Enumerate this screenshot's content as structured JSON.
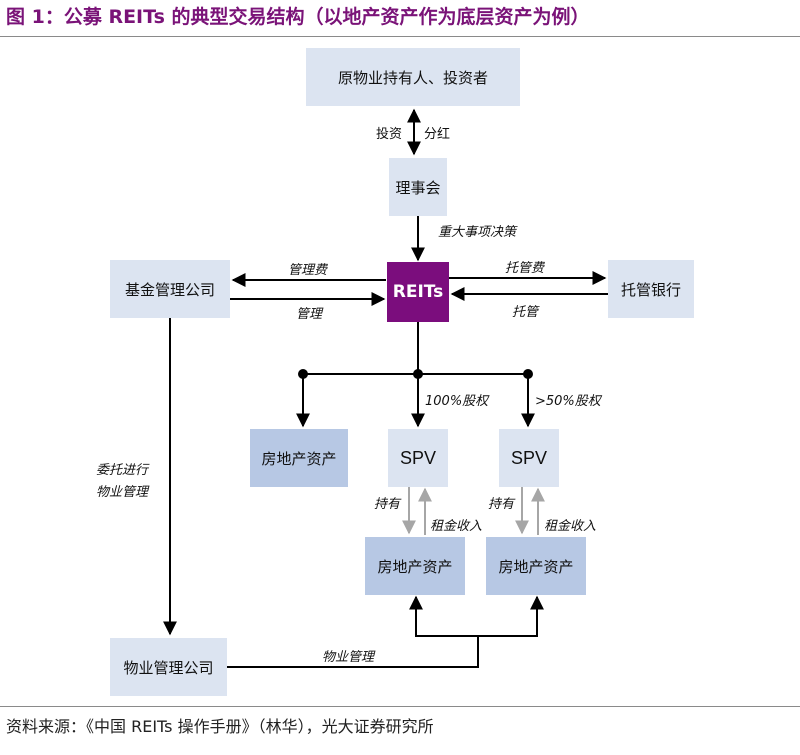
{
  "title": "图 1：公募 REITs 的典型交易结构（以地产资产作为底层资产为例）",
  "source": "资料来源：《中国 REITs 操作手册》（林华），光大证券研究所",
  "nodes": {
    "investors": "原物业持有人、投资者",
    "board": "理事会",
    "fund_manager": "基金管理公司",
    "reits": "REITs",
    "custodian": "托管银行",
    "real_estate_left": "房地产资产",
    "spv_1": "SPV",
    "spv_2": "SPV",
    "real_estate_1": "房地产资产",
    "real_estate_2": "房地产资产",
    "property_manager": "物业管理公司"
  },
  "edge_labels": {
    "invest": "投资",
    "dividend": "分红",
    "major_decision": "重大事项决策",
    "mgmt_fee": "管理费",
    "management": "管理",
    "custody_fee": "托管费",
    "custody": "托管",
    "equity_100": "100%股权",
    "equity_50": ">50%股权",
    "entrust_line1": "委托进行",
    "entrust_line2": "物业管理",
    "hold_1": "持有",
    "rent_1": "租金收入",
    "hold_2": "持有",
    "rent_2": "租金收入",
    "property_mgmt": "物业管理"
  },
  "colors": {
    "title": "#7a1378",
    "reits_fill": "#7b0d7d",
    "box_light": "#dce4f1",
    "box_dark": "#b7c8e4",
    "arrow_gray": "#a6a6a6"
  }
}
